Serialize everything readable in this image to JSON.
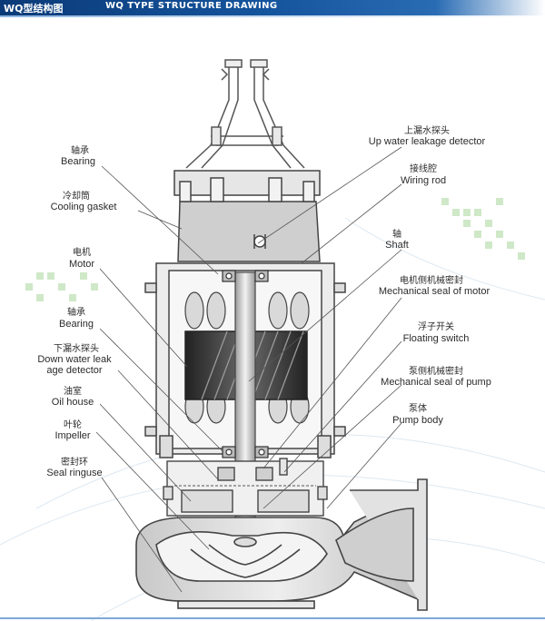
{
  "header": {
    "title_cn": "WQ型结构图",
    "title_en": "WQ TYPE STRUCTURE DRAWING"
  },
  "labels": {
    "bearing_top": {
      "cn": "轴承",
      "en": "Bearing"
    },
    "cooling_gasket": {
      "cn": "冷却筒",
      "en": "Cooling gasket"
    },
    "motor": {
      "cn": "电机",
      "en": "Motor"
    },
    "bearing_mid": {
      "cn": "轴承",
      "en": "Bearing"
    },
    "down_leak": {
      "cn": "下漏水探头",
      "en1": "Down water leak",
      "en2": "age detector"
    },
    "oil_house": {
      "cn": "油室",
      "en": "Oil house"
    },
    "impeller": {
      "cn": "叶轮",
      "en": "Impeller"
    },
    "seal_ring": {
      "cn": "密封环",
      "en": "Seal ringuse"
    },
    "up_leak": {
      "cn": "上漏水探头",
      "en": "Up water leakage detector"
    },
    "wiring_rod": {
      "cn": "接线腔",
      "en": "Wiring rod"
    },
    "shaft": {
      "cn": "轴",
      "en": "Shaft"
    },
    "mech_seal_motor": {
      "cn": "电机侧机械密封",
      "en": "Mechanical seal of motor"
    },
    "floating_switch": {
      "cn": "浮子开关",
      "en": "Floating switch"
    },
    "mech_seal_pump": {
      "cn": "泵侧机械密封",
      "en": "Mechanical seal of pump"
    },
    "pump_body": {
      "cn": "泵体",
      "en": "Pump body"
    }
  },
  "colors": {
    "header_blue": "#15559e",
    "metal": "#dcdcdc",
    "metal_dark": "#9a9a9a",
    "rotor": "#3a3a3a",
    "accent_green": "#cfe8c8"
  }
}
